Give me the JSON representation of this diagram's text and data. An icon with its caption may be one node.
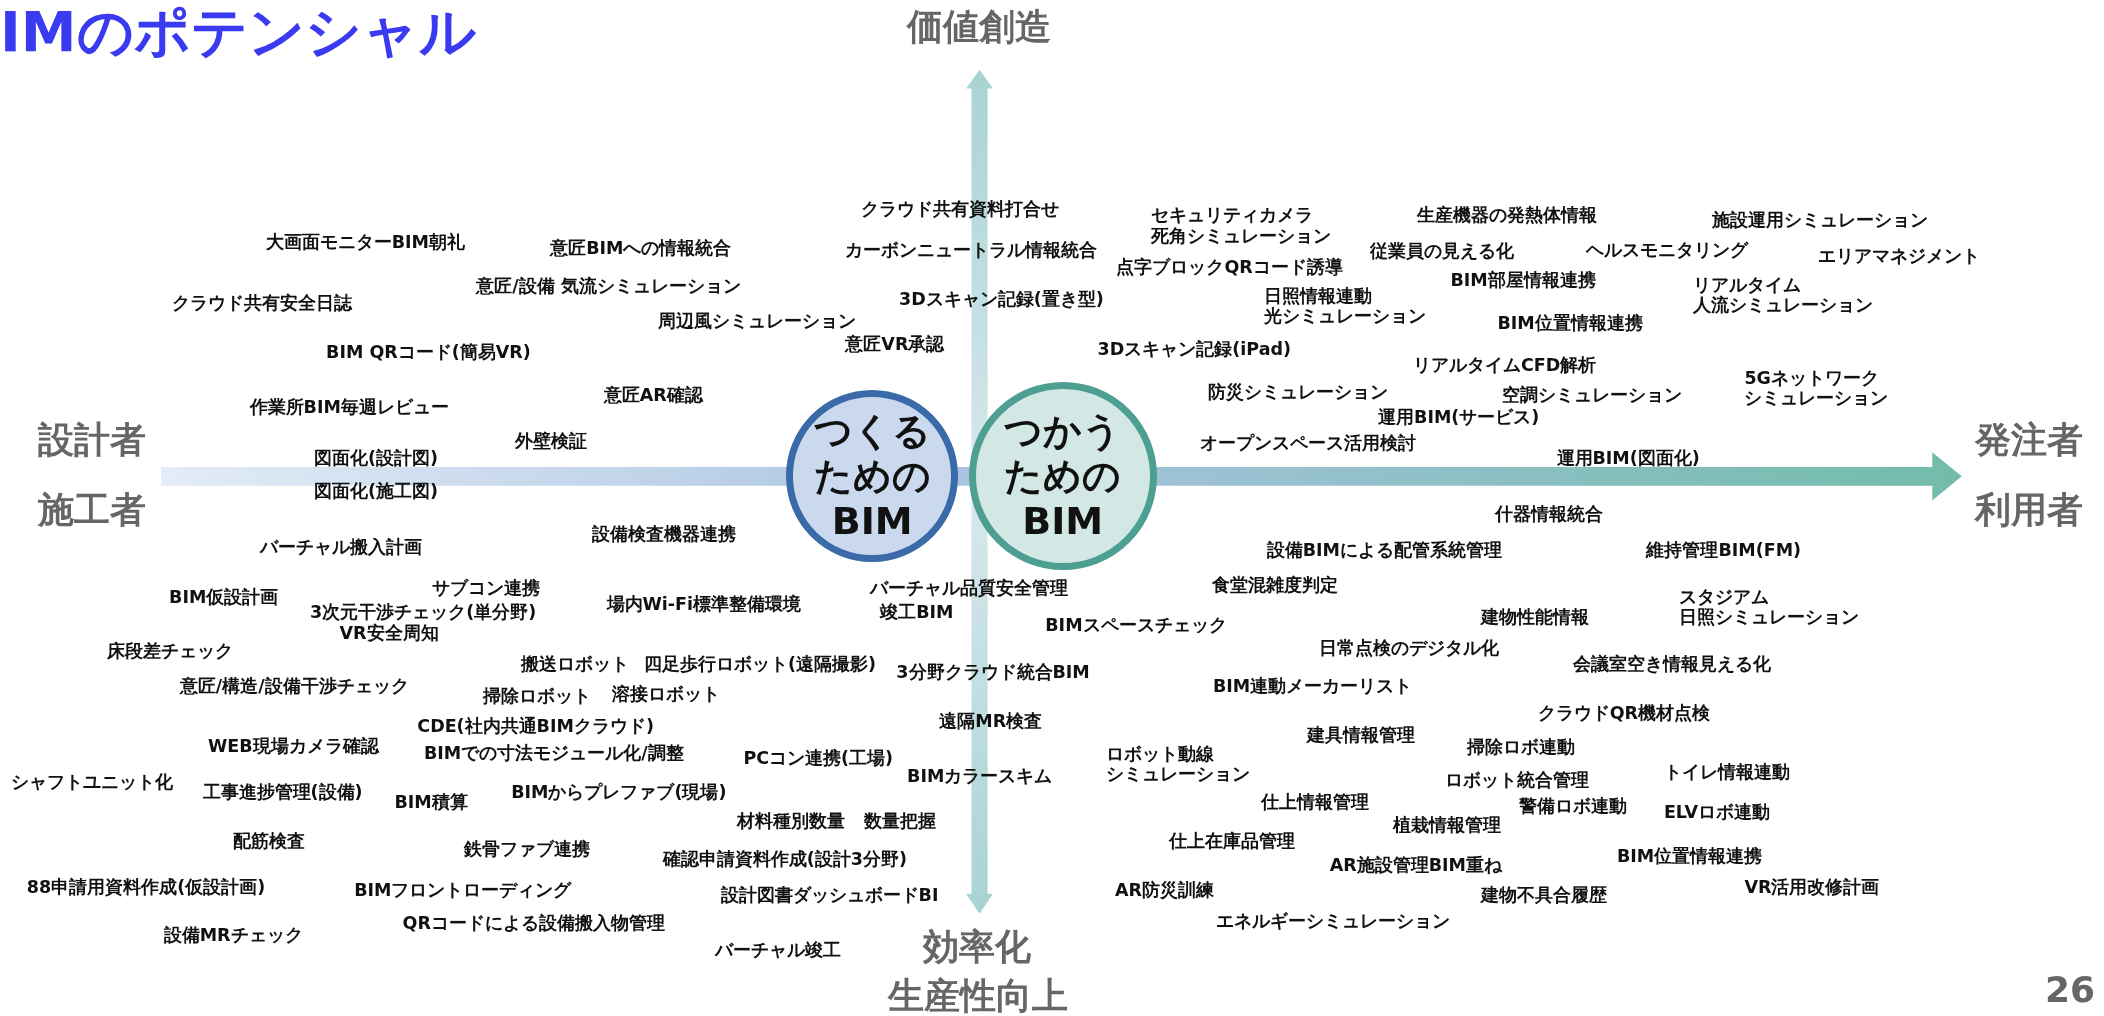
{
  "diagram": {
    "title": "IMのポテンシャル",
    "nodes": [
      {
        "text": [
          "つくるためのBIM"
        ]
      },
      {
        "text": [
          "つかうためのBIM"
        ]
      }
    ],
    "labels": [
      "価値創造",
      "設計者",
      "施工者",
      "発注者",
      "利用者",
      "効率化",
      "生産性向上",
      "大画面モニターBIM朝礼",
      "意匠BIMへの情報統合",
      "意匠/設備 気流シミュレーション",
      "クラウド共有安全日誌",
      "周辺風シミュレーション",
      "BIM QRコード(簡易VR)",
      "意匠VR承認",
      "意匠AR確認",
      "作業所BIM毎週レビュー",
      "外壁検証",
      "図面化(設計図)",
      "図面化(施工図)",
      "バーチャル搬入計画",
      "設備検査機器連携",
      "BIM仮設計画",
      "サブコン連携",
      "3次元干渉チェック(単分野)",
      "VR安全周知",
      "場内Wi-Fi標準整備環境",
      "床段差チェック",
      "搬送ロボット",
      "四足歩行ロボット(遠隔撮影)",
      "意匠/構造/設備干渉チェック",
      "掃除ロボット",
      "溶接ロボット",
      "CDE(社内共通BIMクラウド)",
      "WEB現場カメラ確認",
      "BIMでの寸法モジュール化/調整",
      "PCコン連携(工場)",
      "シャフトユニット化",
      "工事進捗管理(設備)",
      "BIM積算",
      "BIMからプレファブ(現場)",
      "材料種別数量",
      "数量把握",
      "配筋検査",
      "鉄骨ファブ連携",
      "確認申請資料作成(設計3分野)",
      "88申請用資料作成(仮設計画)",
      "BIMフロントローディング",
      "設計図書ダッシュボードBI",
      "QRコードによる設備搬入物管理",
      "設備MRチェック",
      "バーチャル竣工",
      "クラウド共有資料打合せ",
      "カーボンニュートラル情報統合",
      "3Dスキャン記録(置き型)",
      "バーチャル品質安全管理",
      "竣工BIM",
      "3分野クラウド統合BIM",
      "遠隔MR検査",
      "BIMカラースキム",
      "セキュリティカメラ死角シミュレーション",
      "点字ブロックQRコード誘導",
      "日照情報連動光シミュレーション",
      "3Dスキャン記録(iPad)",
      "防災シミュレーション",
      "オープンスペース活用検討",
      "生産機器の発熱体情報",
      "従業員の見える化",
      "BIM部屋情報連携",
      "BIM位置情報連携",
      "リアルタイムCFD解析",
      "空調シミュレーション",
      "運用BIM(サービス)",
      "施設運用シミュレーション",
      "ヘルスモニタリング",
      "エリアマネジメント",
      "リアルタイム人流シミュレーション",
      "5Gネットワークシミュレーション",
      "運用BIM(図面化)",
      "什器情報統合",
      "設備BIMによる配管系統管理",
      "維持管理BIM(FM)",
      "食堂混雑度判定",
      "スタジアム日照シミュレーション",
      "建物性能情報",
      "BIMスペースチェック",
      "日常点検のデジタル化",
      "会議室空き情報見える化",
      "BIM連動メーカーリスト",
      "クラウドQR機材点検",
      "建具情報管理",
      "掃除ロボ連動",
      "ロボット動線シミュレーション",
      "トイレ情報連動",
      "ロボット統合管理",
      "仕上情報管理",
      "警備ロボ連動",
      "ELVロボ連動",
      "植栽情報管理",
      "仕上在庫品管理",
      "BIM位置情報連携",
      "AR施設管理BIM重ね",
      "AR防災訓練",
      "建物不具合履歴",
      "VR活用改修計画",
      "エネルギーシミュレーション",
      "26"
    ]
  }
}
